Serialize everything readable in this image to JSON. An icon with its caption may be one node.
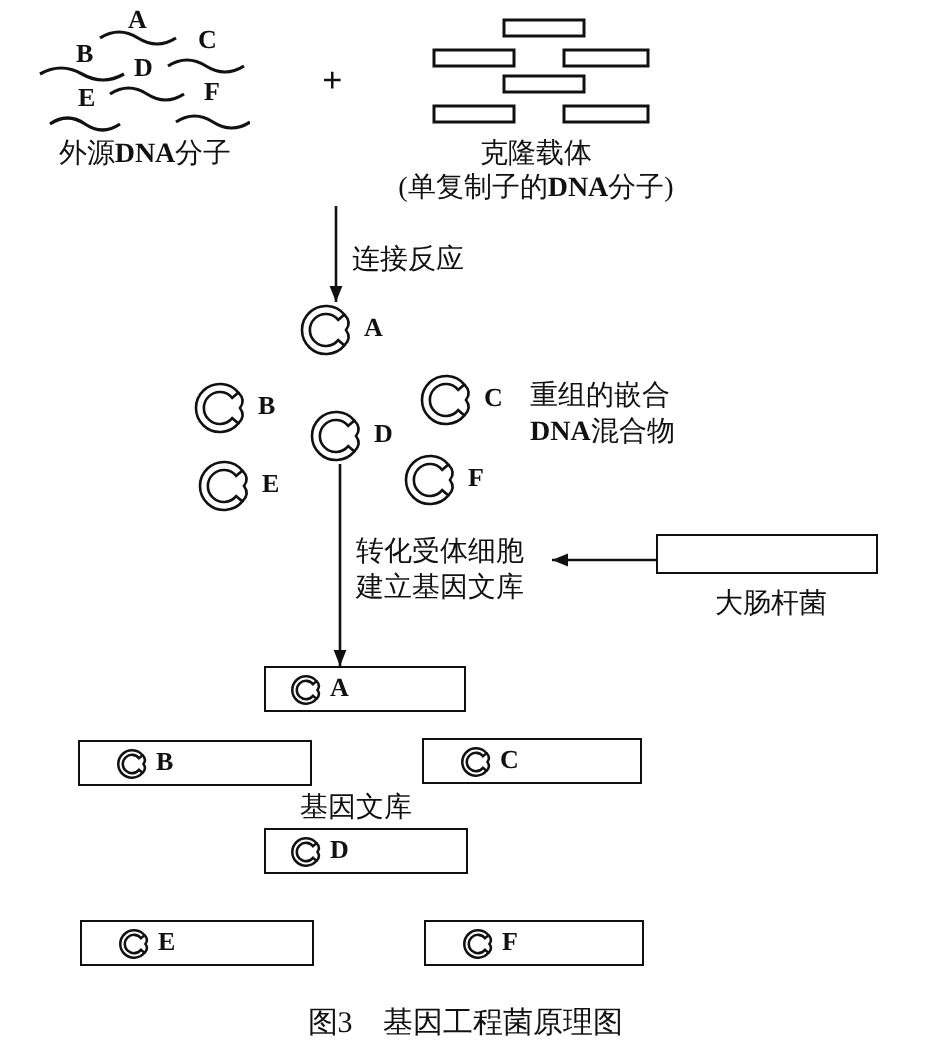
{
  "diagram": {
    "caption": "图3　基因工程菌原理图",
    "nodes": [
      {
        "text": [
          "外源**DNA**分子"
        ]
      },
      {
        "text": [
          "克隆载体",
          "(单复制子的**DNA**分子)"
        ]
      },
      {
        "text": [
          "A"
        ]
      },
      {
        "text": [
          "B"
        ]
      },
      {
        "text": [
          "C"
        ]
      },
      {
        "text": [
          "D"
        ]
      },
      {
        "text": [
          "E"
        ]
      },
      {
        "text": [
          "F"
        ]
      },
      {
        "text": [
          "大肠杆菌"
        ]
      },
      {
        "text": [
          "A"
        ]
      },
      {
        "text": [
          "B"
        ]
      },
      {
        "text": [
          "C"
        ]
      },
      {
        "text": [
          "D"
        ]
      },
      {
        "text": [
          "E"
        ]
      },
      {
        "text": [
          "F"
        ]
      }
    ],
    "edges": [
      {
        "from": null,
        "to": 2,
        "arrow": "to",
        "label": "连接反应"
      },
      {
        "from": 5,
        "to": 9,
        "arrow": "to",
        "label": "转化受体细胞建立基因文库"
      },
      {
        "from": 8,
        "to": null,
        "arrow": "to"
      }
    ],
    "labels": [
      "A",
      "B",
      "C",
      "D",
      "E",
      "F",
      "+",
      "重组的嵌合**DNA**混合物",
      "基因文库"
    ]
  }
}
